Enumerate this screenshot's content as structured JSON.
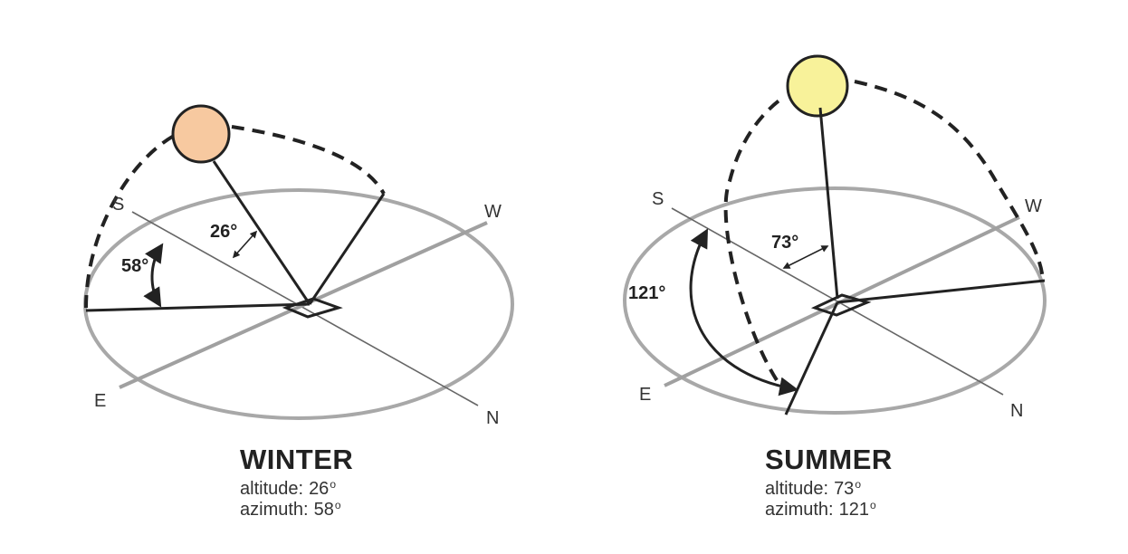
{
  "diagrams": [
    {
      "id": "winter",
      "season": "WINTER",
      "altitude_label": "altitude:",
      "altitude_value": "26",
      "azimuth_label": "azimuth:",
      "azimuth_value": "58",
      "degree_symbol": "o",
      "altitude_angle_label": "26°",
      "azimuth_angle_label": "58°",
      "compass": {
        "south": "S",
        "west": "W",
        "east": "E",
        "north": "N"
      },
      "sun_color": "#f7c9a0"
    },
    {
      "id": "summer",
      "season": "SUMMER",
      "altitude_label": "altitude:",
      "altitude_value": "73",
      "azimuth_label": "azimuth:",
      "azimuth_value": "121",
      "degree_symbol": "o",
      "altitude_angle_label": "73°",
      "azimuth_angle_label": "121°",
      "compass": {
        "south": "S",
        "west": "W",
        "east": "E",
        "north": "N"
      },
      "sun_color": "#f8f29a"
    }
  ]
}
